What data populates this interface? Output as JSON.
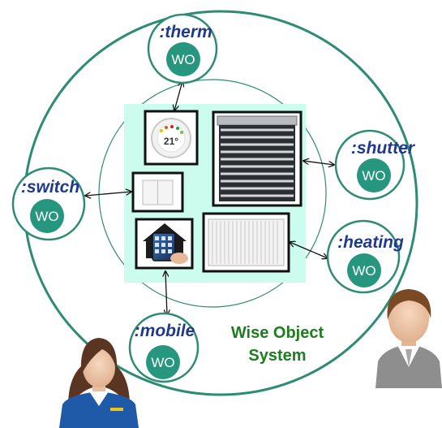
{
  "colors": {
    "outer_ring": "#2e8b74",
    "node_fill": "#27967f",
    "node_ring": "#2e8b74",
    "label": "#1f3a8a",
    "system_text": "#1e7d1e",
    "panel": "#ccfcee",
    "connector": "#111111"
  },
  "system": {
    "line1": "Wise Object",
    "line2": "System"
  },
  "nodes": [
    {
      "id": "therm",
      "label": ":therm",
      "badge": "WO"
    },
    {
      "id": "shutter",
      "label": ":shutter",
      "badge": "WO"
    },
    {
      "id": "switch",
      "label": ":switch",
      "badge": "WO"
    },
    {
      "id": "heating",
      "label": ":heating",
      "badge": "WO"
    },
    {
      "id": "mobile",
      "label": ":mobile",
      "badge": "WO"
    }
  ],
  "devices": [
    {
      "id": "thermostat",
      "icon": "thermostat-icon"
    },
    {
      "id": "shutter",
      "icon": "window-shutter-icon"
    },
    {
      "id": "switch",
      "icon": "light-switch-icon"
    },
    {
      "id": "mobile",
      "icon": "smartphone-home-icon"
    },
    {
      "id": "heater",
      "icon": "radiator-icon"
    }
  ],
  "people": [
    {
      "id": "woman",
      "icon": "woman-user-icon"
    },
    {
      "id": "man",
      "icon": "man-user-icon"
    }
  ]
}
